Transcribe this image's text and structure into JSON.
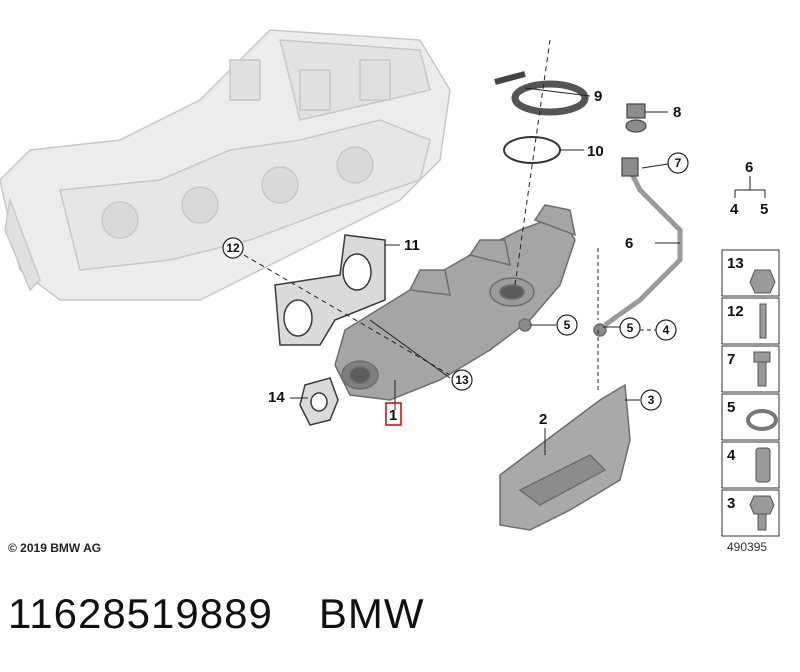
{
  "labels": {
    "p1": "1",
    "p2": "2",
    "p3": "3",
    "p4": "4",
    "p5a": "5",
    "p5b": "5",
    "p6": "6",
    "p7": "7",
    "p8": "8",
    "p9": "9",
    "p10": "10",
    "p11": "11",
    "p12": "12",
    "p13": "13",
    "p14": "14"
  },
  "legend_tree": {
    "top": "6",
    "left": "4",
    "right": "5"
  },
  "sidebar": [
    "13",
    "12",
    "7",
    "5",
    "4",
    "3"
  ],
  "copyright": "© 2019 BMW AG",
  "diagram_number": "490395",
  "caption": {
    "part_number": "11628519889",
    "brand": "BMW"
  },
  "colors": {
    "highlight": "#d40000",
    "part_gray": "#8f8f8f",
    "engine_gray": "#dcdcdc"
  }
}
